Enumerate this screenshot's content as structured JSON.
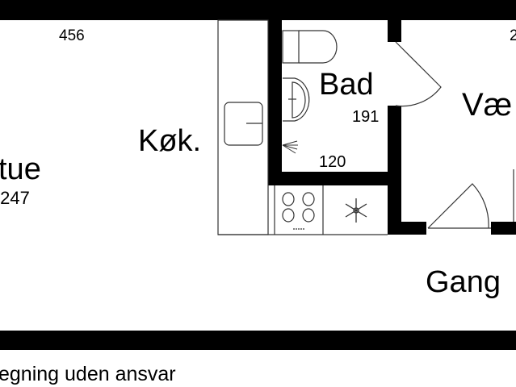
{
  "plan": {
    "rooms": {
      "living": {
        "label": "tue",
        "dimension": ":247",
        "width_label": "456"
      },
      "kitchen": {
        "label": "Køk."
      },
      "bath": {
        "label": "Bad",
        "dim_a": "191",
        "dim_b": "120"
      },
      "room_right": {
        "label": "Væ",
        "dim": "2"
      },
      "hallway": {
        "label": "Gang"
      }
    },
    "disclaimer": "egning uden ansvar",
    "icons": [
      "toilet-icon",
      "washbasin-icon",
      "shower-icon",
      "kitchen-sink-icon",
      "stove-icon",
      "freezer-snowflake-icon",
      "door-icon"
    ],
    "wall_color": "#000000"
  }
}
